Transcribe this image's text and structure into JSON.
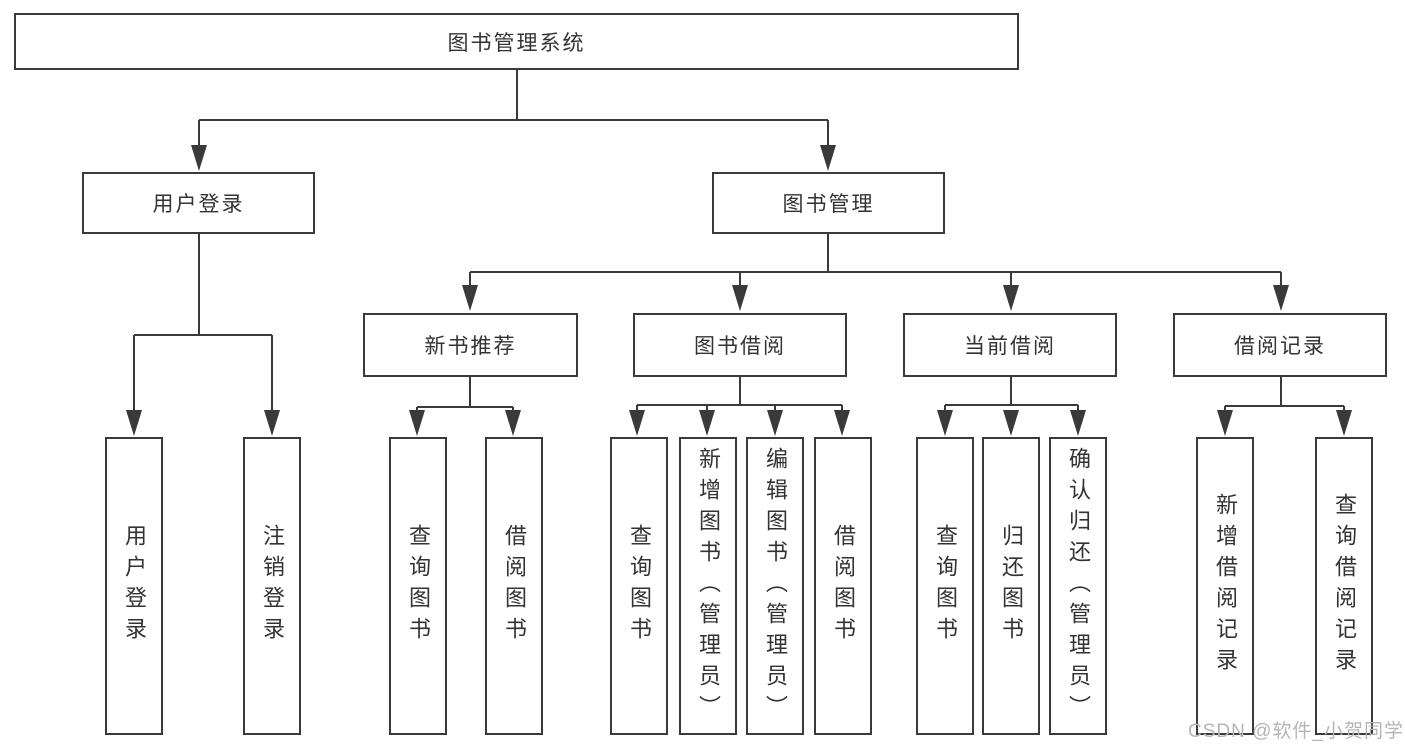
{
  "diagram_title": "图书管理系统",
  "tree": {
    "label": "图书管理系统",
    "children": [
      {
        "label": "用户登录",
        "children": [
          {
            "label": "用户登录"
          },
          {
            "label": "注销登录"
          }
        ]
      },
      {
        "label": "图书管理",
        "children": [
          {
            "label": "新书推荐",
            "children": [
              {
                "label": "查询图书"
              },
              {
                "label": "借阅图书"
              }
            ]
          },
          {
            "label": "图书借阅",
            "children": [
              {
                "label": "查询图书"
              },
              {
                "label": "新增图书（管理员）"
              },
              {
                "label": "编辑图书（管理员）"
              },
              {
                "label": "借阅图书"
              }
            ]
          },
          {
            "label": "当前借阅",
            "children": [
              {
                "label": "查询图书"
              },
              {
                "label": "归还图书"
              },
              {
                "label": "确认归还（管理员）"
              }
            ]
          },
          {
            "label": "借阅记录",
            "children": [
              {
                "label": "新增借阅记录"
              },
              {
                "label": "查询借阅记录"
              }
            ]
          }
        ]
      }
    ]
  },
  "watermark": "CSDN @软件_小贺同学",
  "colors": {
    "line": "#3a3a3a",
    "box_border": "#3a3a3a",
    "text": "#333333",
    "watermark": "#b5b5b5",
    "background": "#ffffff"
  }
}
